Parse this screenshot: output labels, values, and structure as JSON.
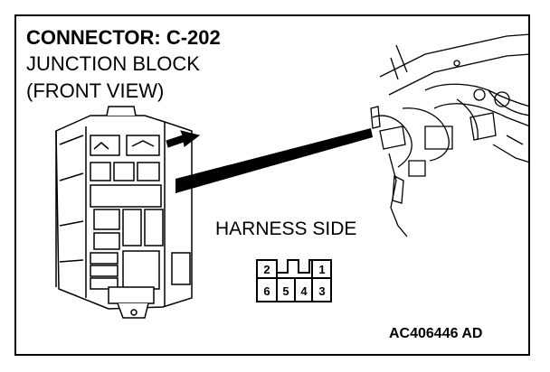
{
  "diagram": {
    "title": "CONNECTOR: C-202",
    "subtitle_line1": "JUNCTION BLOCK",
    "subtitle_line2": "(FRONT VIEW)",
    "harness_label": "HARNESS SIDE",
    "figure_code": "AC406446 AD",
    "connector_pins": {
      "top_row": [
        "2",
        "",
        "",
        "1"
      ],
      "bottom_row": [
        "6",
        "5",
        "4",
        "3"
      ]
    }
  },
  "icons": [
    "arrow-right-icon"
  ]
}
